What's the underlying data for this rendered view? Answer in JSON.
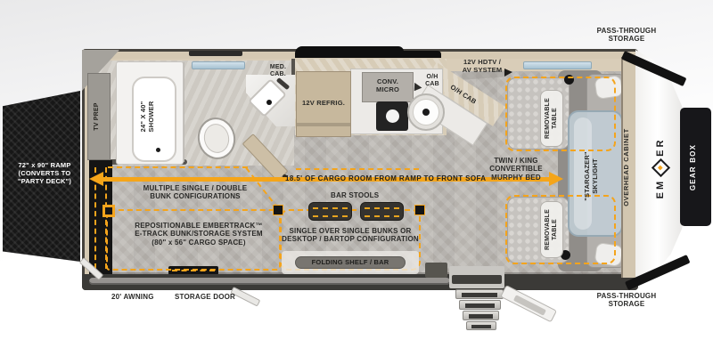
{
  "colors": {
    "accent": "#F4A41C",
    "wall_beige": "#d5c9b3",
    "floor_gray": "#b7b3ae",
    "ramp_black": "#171717",
    "label_dark": "#2a2a28"
  },
  "exterior": {
    "ramp": "72\" x 90\" RAMP\n(CONVERTS TO\n\"PARTY DECK\")",
    "pass_through_top": "PASS-THROUGH\nSTORAGE",
    "pass_through_bottom": "PASS-THROUGH\nSTORAGE",
    "awning": "20' AWNING",
    "storage_door": "STORAGE DOOR",
    "gear_box": "GEAR BOX",
    "brand_em": "EM",
    "brand_er": "ER"
  },
  "bathroom": {
    "tv_prep": "TV PREP",
    "shower": "24\" X 40\"\nSHOWER",
    "med_cab": "MED.\nCAB."
  },
  "kitchen": {
    "refrigerator": "12V REFRIG.",
    "microwave": "CONV.\nMICRO",
    "overhead_cab_sink": "O/H\nCAB",
    "overhead_cab_counter": "O/H CAB",
    "av_system": "12V HDTV /\nAV SYSTEM"
  },
  "cargo": {
    "dimension": "18.5' OF CARGO ROOM FROM RAMP TO FRONT SOFA",
    "bunk_configurations": "MULTIPLE SINGLE / DOUBLE\nBUNK CONFIGURATIONS",
    "embertrack": "REPOSITIONABLE EMBERTRACK™\nE-TRACK BUNK/STORAGE SYSTEM\n(80\" x 56\" CARGO SPACE)",
    "bar_stools": "BAR STOOLS",
    "single_over_single": "SINGLE OVER SINGLE BUNKS OR\nDESKTOP / BARTOP CONFIGURATION",
    "folding_shelf": "FOLDING SHELF / BAR"
  },
  "front_room": {
    "murphy_bed": "TWIN / KING\nCONVERTIBLE\nMURPHY BED",
    "removable_table_top": "REMOVABLE\nTABLE",
    "removable_table_bottom": "REMOVABLE\nTABLE",
    "skylight": "\"STARGAZER\"\nSKYLIGHT",
    "overhead_cabinet": "OVERHEAD CABINET"
  }
}
